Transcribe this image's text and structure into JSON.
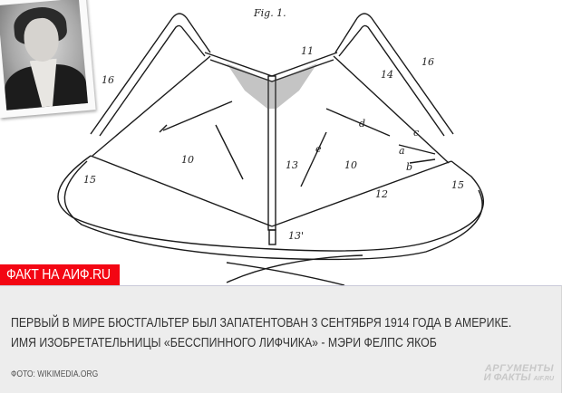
{
  "badge": {
    "label": "ФАКТ НА АИФ.RU",
    "color": "#f30613"
  },
  "patent_figure": {
    "title": "Fig. 1.",
    "labels": [
      "16",
      "16",
      "14",
      "11",
      "10",
      "10",
      "13",
      "13'",
      "15",
      "15",
      "12",
      "a",
      "b",
      "c",
      "d",
      "e"
    ]
  },
  "caption": {
    "line1": "ПЕРВЫЙ В МИРЕ БЮСТГАЛЬТЕР БЫЛ ЗАПАТЕНТОВАН 3 СЕНТЯБРЯ 1914 ГОДА В АМЕРИКЕ.",
    "line2": "ИМЯ ИЗОБРЕТАТЕЛЬНИЦЫ «БЕССПИННОГО ЛИФЧИКА» - МЭРИ ФЕЛПС ЯКОБ"
  },
  "credit": "ФОТО: WIKIMEDIA.ORG",
  "logo": {
    "line1": "АРГУМЕНТЫ",
    "line2": "И ФАКТЫ",
    "domain": "AIF.RU"
  }
}
